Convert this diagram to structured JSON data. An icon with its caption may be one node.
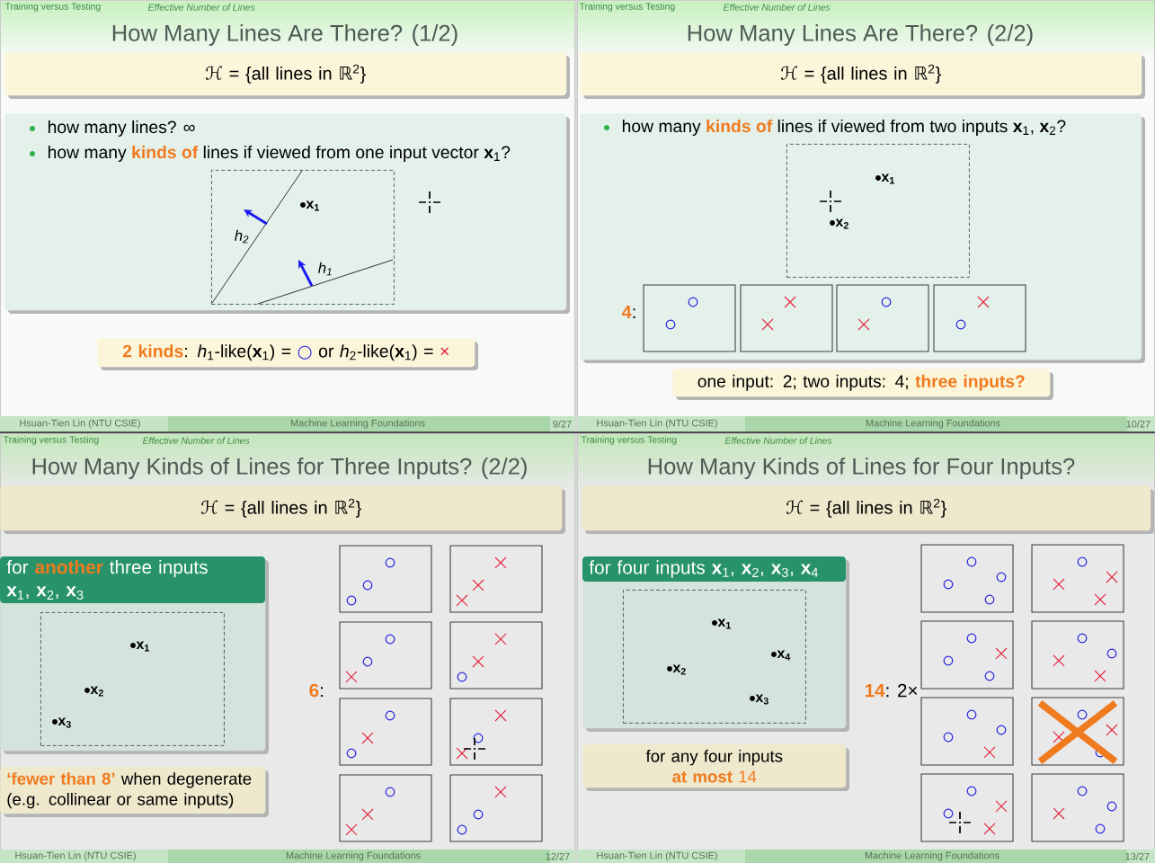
{
  "diagram": {
    "nodes": [
      {
        "text": [
          "Training versus Testing",
          "Effective Number of Lines",
          "How Many Lines Are There? (1/2)"
        ]
      },
      {
        "text": [
          "ℋ = {all lines in ℝ$^{2}$}"
        ],
        "in": 0
      },
      {
        "text": [
          "how many lines? ∞",
          "how many **kinds of** lines if viewed from one input vector **x**$_{1}$?"
        ],
        "in": 0
      },
      {
        "text": [
          "x$_{1}$",
          "h$_{2}$",
          "h$_{1}$"
        ],
        "in": 2
      },
      {
        "text": [
          "**2 kinds**: *h*$_{1}$-like(**x**$_{1}$) = ○ or *h*$_{2}$-like(**x**$_{1}$) = ×"
        ],
        "in": 0
      },
      {
        "text": [
          "Hsuan-Tien Lin (NTU CSIE)",
          "Machine Learning Foundations",
          "9/27"
        ],
        "in": 0
      },
      {
        "text": [
          "Training versus Testing",
          "Effective Number of Lines",
          "How Many Lines Are There? (2/2)"
        ]
      },
      {
        "text": [
          "ℋ = {all lines in ℝ$^{2}$}"
        ],
        "in": 6
      },
      {
        "text": [
          "how many **kinds of** lines if viewed from two inputs **x**$_{1}$, **x**$_{2}$?",
          "**4**:"
        ],
        "in": 6
      },
      {
        "text": [
          "x$_{1}$",
          "x$_{2}$"
        ],
        "in": 8
      },
      {
        "text": [
          "one input: 2; two inputs: 4; **three inputs?**"
        ],
        "in": 6
      },
      {
        "text": [
          "Hsuan-Tien Lin (NTU CSIE)",
          "Machine Learning Foundations",
          "10/27"
        ],
        "in": 6
      },
      {
        "text": [
          "Training versus Testing",
          "Effective Number of Lines",
          "How Many Kinds of Lines for Three Inputs? (2/2)"
        ]
      },
      {
        "text": [
          "ℋ = {all lines in ℝ$^{2}$}"
        ],
        "in": 12
      },
      {
        "text": [
          "for **another** three inputs **x**$_{1}$, **x**$_{2}$, **x**$_{3}$"
        ],
        "in": 12
      },
      {
        "text": [
          "x$_{1}$",
          "x$_{2}$",
          "x$_{3}$"
        ],
        "in": 14
      },
      {
        "text": [
          "**‘fewer than 8’** when degenerate (e.g. collinear or same inputs)"
        ],
        "in": 12
      },
      {
        "text": [
          "Hsuan-Tien Lin (NTU CSIE)",
          "Machine Learning Foundations",
          "12/27"
        ],
        "in": 12
      },
      {
        "text": [
          "Training versus Testing",
          "Effective Number of Lines",
          "How Many Kinds of Lines for Four Inputs?"
        ]
      },
      {
        "text": [
          "ℋ = {all lines in ℝ$^{2}$}"
        ],
        "in": 18
      },
      {
        "text": [
          "for four inputs **x**$_{1}$, **x**$_{2}$, **x**$_{3}$, **x**$_{4}$"
        ],
        "in": 18
      },
      {
        "text": [
          "x$_{1}$",
          "x$_{4}$",
          "x$_{2}$",
          "x$_{3}$"
        ],
        "in": 20
      },
      {
        "text": [
          "for any four inputs",
          "**at most** 14"
        ],
        "in": 18
      },
      {
        "text": [
          "Hsuan-Tien Lin (NTU CSIE)",
          "Machine Learning Foundations",
          "13/27"
        ],
        "in": 18
      }
    ],
    "labels": [
      "**6**:",
      "**14**: 2×"
    ]
  }
}
